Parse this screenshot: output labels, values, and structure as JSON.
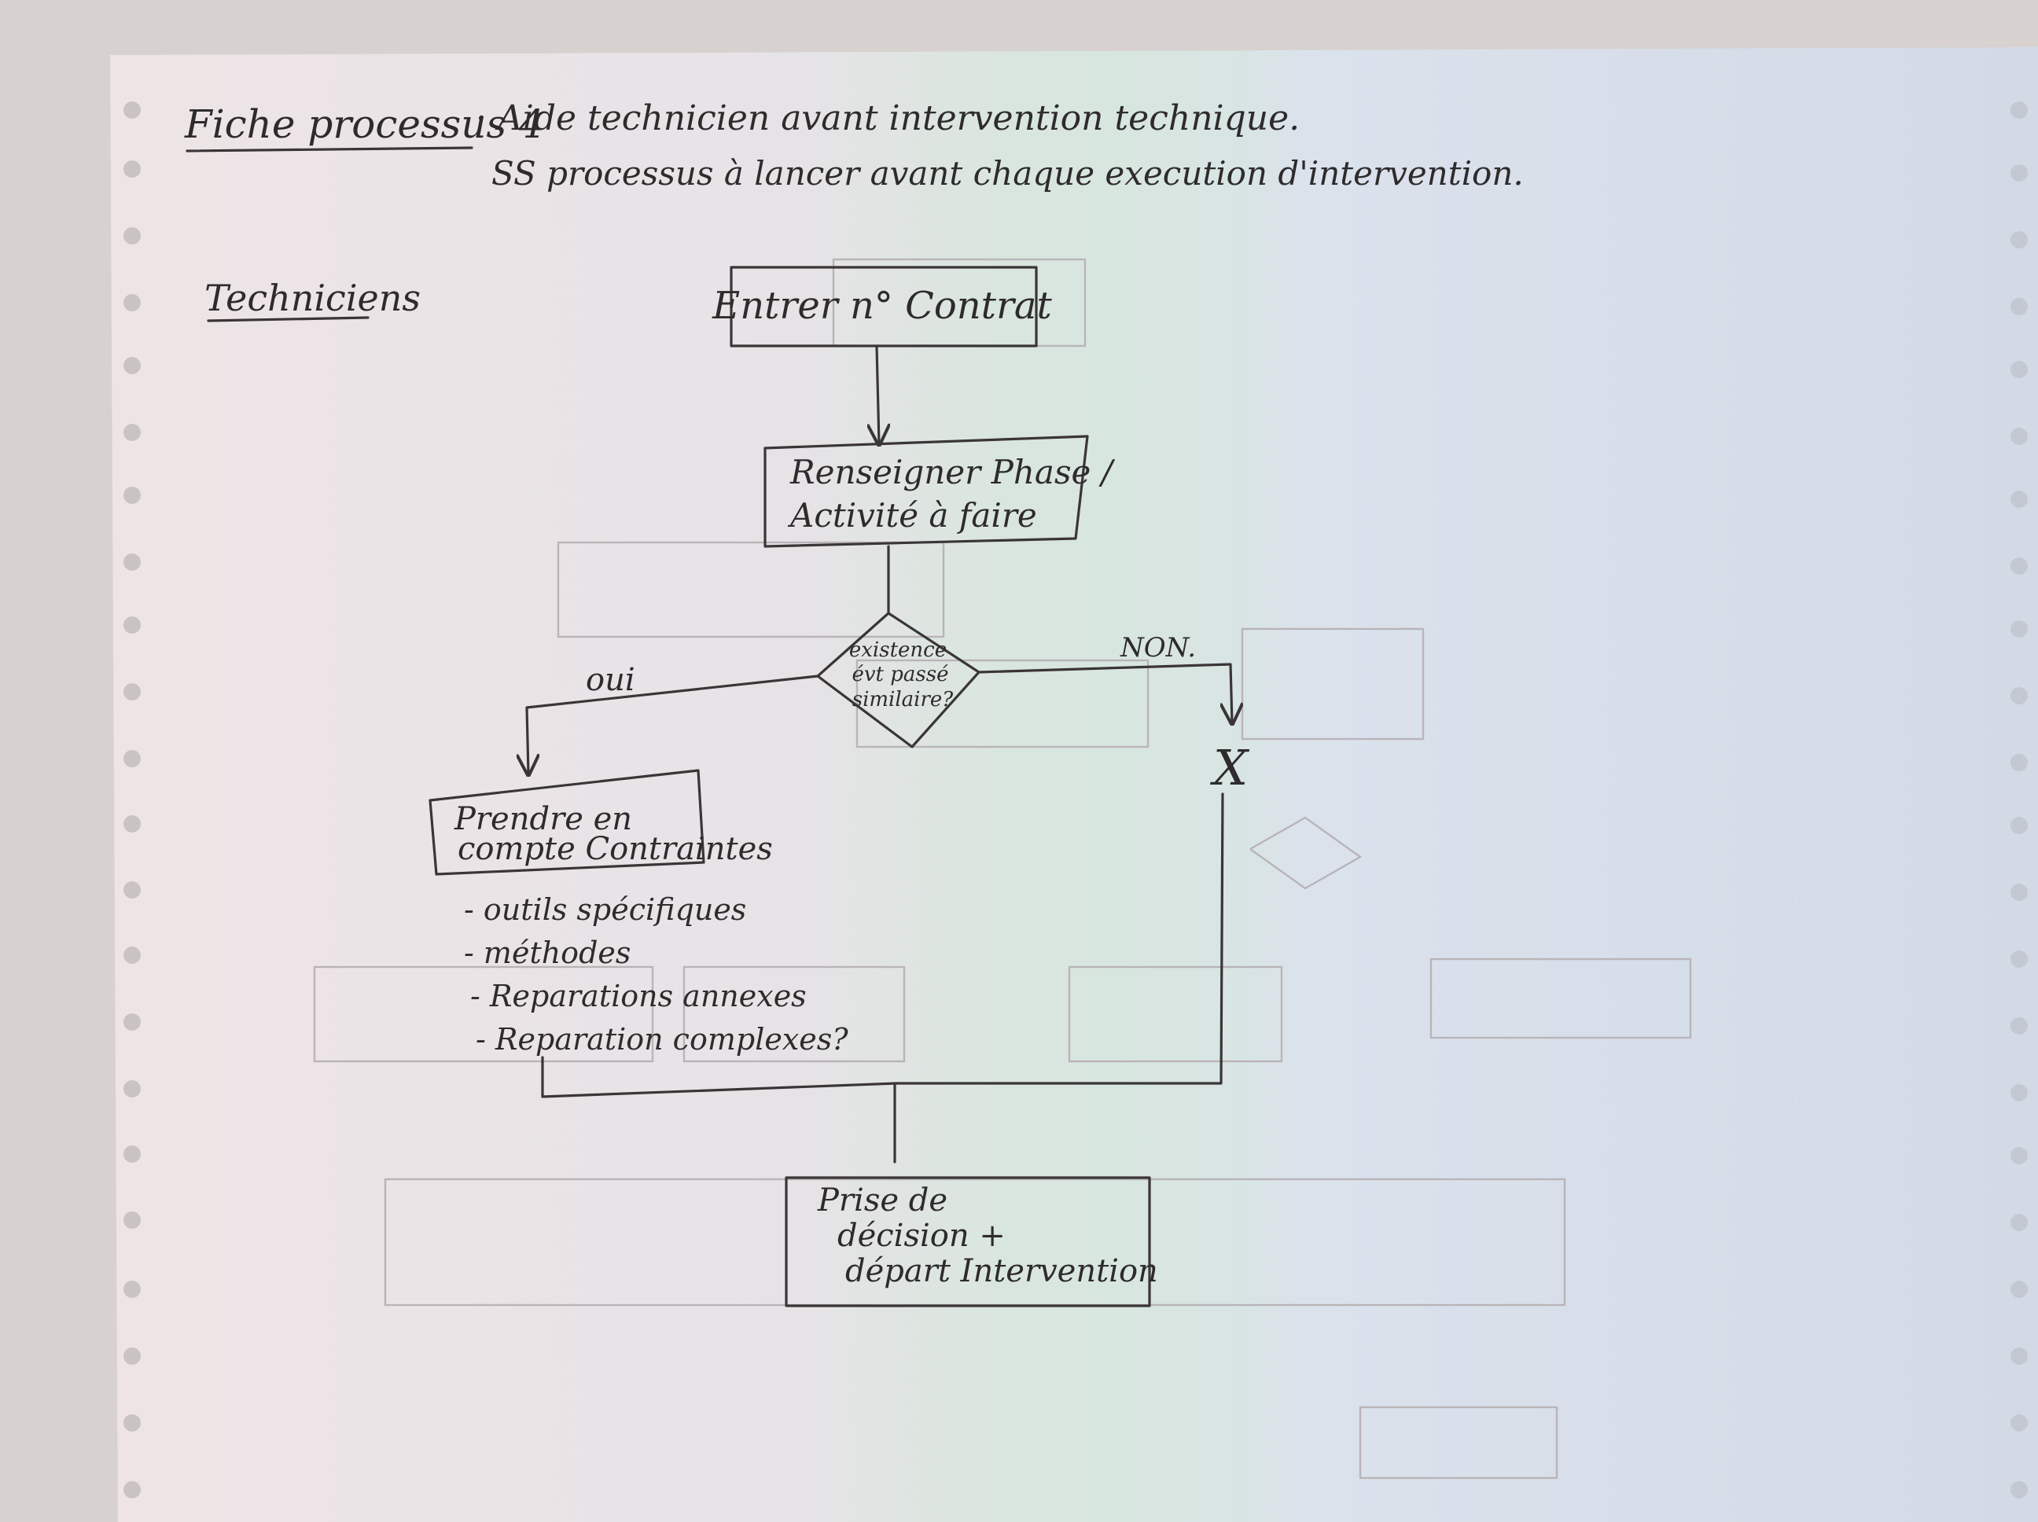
{
  "header": {
    "title": "Fiche processus 4",
    "subtitle_line1": "· Aide technicien avant intervention technique.",
    "subtitle_line2": "SS processus à lancer avant chaque execution d'intervention."
  },
  "lane": {
    "label": "Techniciens"
  },
  "flowchart": {
    "step1": "Entrer n° Contrat",
    "step2_line1": "Renseigner Phase /",
    "step2_line2": "Activité à faire",
    "decision_line1": "existence",
    "decision_line2": "évt passé",
    "decision_line3": "similaire?",
    "branch_yes": "oui",
    "branch_no": "NON.",
    "end_no_mark": "X",
    "step3_line1": "Prendre en",
    "step3_line2": "compte Contraintes",
    "constraints": [
      "- outils spécifiques",
      "- méthodes",
      "- Reparations annexes",
      "- Reparation complexes?"
    ],
    "final_line1": "Prise de",
    "final_line2": "décision +",
    "final_line3": "départ Intervention"
  },
  "colors": {
    "paper": "#e9e4e6",
    "ink": "#3a3536",
    "ghost": "#b9b4b8",
    "tint_green": "#cfe3da",
    "tint_blue": "#d3dde9"
  }
}
